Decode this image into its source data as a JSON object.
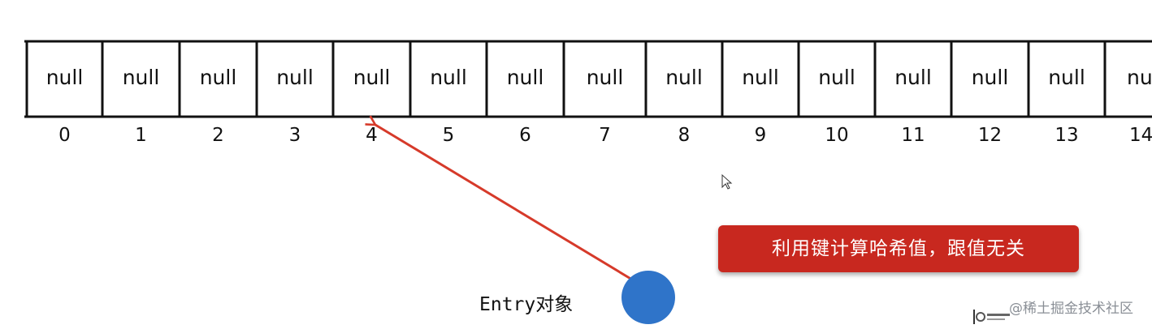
{
  "array": {
    "cells": [
      "null",
      "null",
      "null",
      "null",
      "null",
      "null",
      "null",
      "null",
      "null",
      "null",
      "null",
      "null",
      "null",
      "null",
      "nu"
    ],
    "indices": [
      "0",
      "1",
      "2",
      "3",
      "4",
      "5",
      "6",
      "7",
      "8",
      "9",
      "10",
      "11",
      "12",
      "13",
      "14"
    ]
  },
  "note": {
    "text": "利用键计算哈希值，跟值无关",
    "color": "#c8281f"
  },
  "entry": {
    "label": "Entry对象",
    "color": "#2f74c9"
  },
  "arrow": {
    "color": "#d63a2a",
    "target_index": 4
  },
  "watermark": {
    "text": "@稀土掘金技术社区"
  }
}
